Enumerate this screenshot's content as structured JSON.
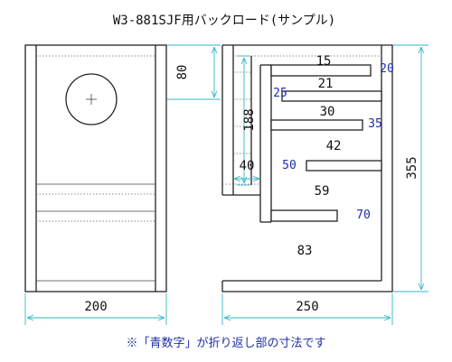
{
  "title": "W3-881SJF用バックロード(サンプル)",
  "dimensions": {
    "front_width": "200",
    "side_depth": "250",
    "total_height": "355",
    "speaker_offset": "80",
    "inner_height": "188",
    "bottom_chamber": "40"
  },
  "path_widths": [
    "15",
    "21",
    "30",
    "42",
    "59",
    "83"
  ],
  "folds": [
    "20",
    "25",
    "35",
    "50",
    "70"
  ],
  "note": "※「青数字」が折り返し部の寸法です",
  "colors": {
    "dimension": "#33b5c8",
    "fold": "#1f2fa8",
    "line": "#222222"
  }
}
